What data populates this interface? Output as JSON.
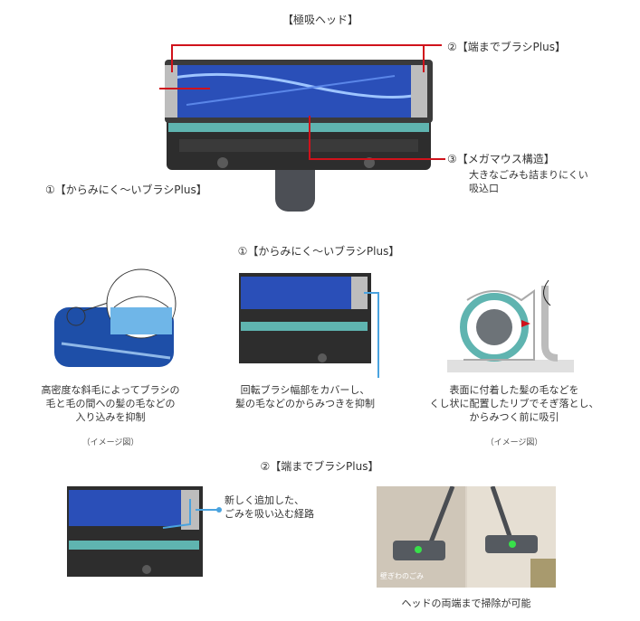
{
  "header": {
    "title": "【極吸ヘッド】"
  },
  "top_callouts": {
    "c2": "②【端までブラシPlus】",
    "c3_title": "③【メガマウス構造】",
    "c3_desc_l1": "大きなごみも詰まりにくい",
    "c3_desc_l2": "吸込口",
    "c1": "①【からみにく〜いブラシPlus】"
  },
  "section1": {
    "title": "①【からみにく〜いブラシPlus】",
    "col1_l1": "高密度な斜毛によってブラシの",
    "col1_l2": "毛と毛の間への髪の毛などの",
    "col1_l3": "入り込みを抑制",
    "col1_note": "（イメージ図）",
    "col2_l1": "回転ブラシ幅部をカバーし、",
    "col2_l2": "髪の毛などのからみつきを抑制",
    "col3_l1": "表面に付着した髪の毛などを",
    "col3_l2": "くし状に配置したリブでそぎ落とし、",
    "col3_l3": "からみつく前に吸引",
    "col3_note": "（イメージ図）"
  },
  "section2": {
    "title": "②【端までブラシPlus】",
    "callout_l1": "新しく追加した、",
    "callout_l2": "ごみを吸い込む経路",
    "photo_label": "壁ぎわのごみ",
    "caption": "ヘッドの両端まで掃除が可能"
  },
  "colors": {
    "accent_red": "#d0121b",
    "callout_blue": "#4aa3df",
    "brush_blue": "#2a4fb8",
    "teal_bristle": "#5fb4b0",
    "head_body": "#2d2d2d"
  }
}
